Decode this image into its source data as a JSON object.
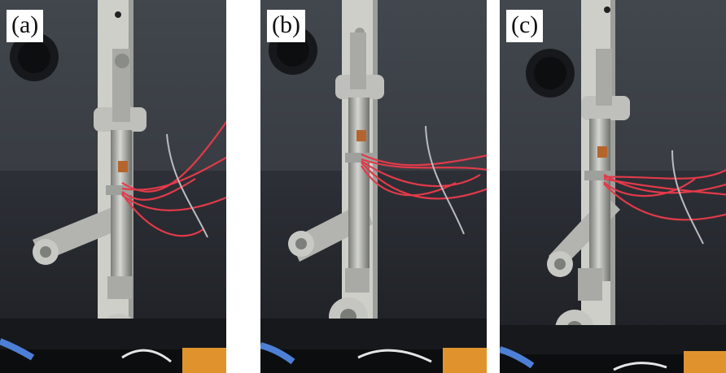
{
  "panels": [
    {
      "label": "(a)"
    },
    {
      "label": "(b)"
    },
    {
      "label": "(c)"
    }
  ],
  "colors": {
    "background": "#2b2f35",
    "metal": "#c9c9c4",
    "metal_shadow": "#8f918d",
    "rod": "#9a9b97",
    "wire_red": "#e23a4a",
    "wire_grey": "#b9bcc0",
    "wire_blue": "#4d7fd6",
    "orange_block": "#e0932d",
    "strain_gauge": "#b5652b"
  },
  "icons": [
    "steel-bar-icon",
    "strain-gauge-icon",
    "red-wire-icon",
    "clevis-joint-icon",
    "bolt-icon"
  ]
}
